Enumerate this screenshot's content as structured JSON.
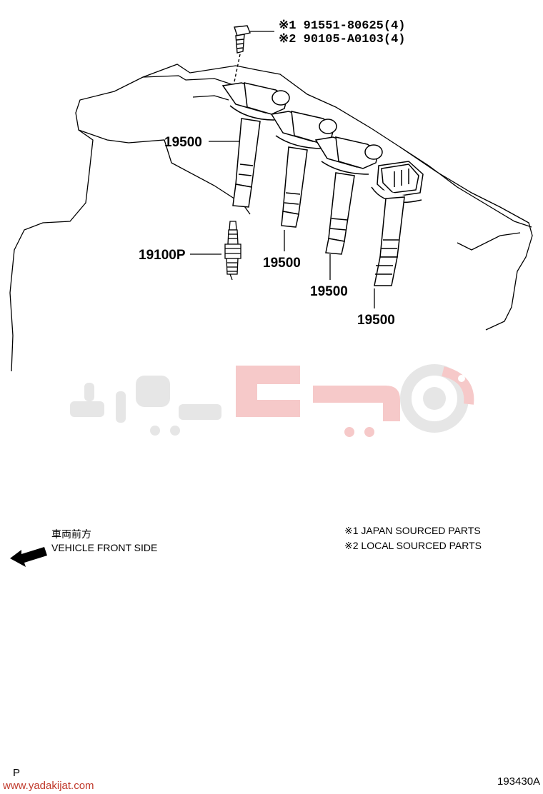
{
  "callouts": {
    "bolt_note_1": "※1 91551-80625(4)",
    "bolt_note_2": "※2 90105-A0103(4)",
    "coil_1": "19500",
    "coil_2": "19500",
    "coil_3": "19500",
    "coil_4": "19500",
    "spark_plug": "19100P"
  },
  "legend": {
    "front_jp": "車両前方",
    "front_en": "VEHICLE FRONT SIDE",
    "japan_parts": "※1 JAPAN SOURCED PARTS",
    "local_parts": "※2 LOCAL SOURCED PARTS"
  },
  "footer": {
    "page_letter": "P",
    "website": "www.yadakijat.com",
    "diagram_code": "193430A"
  },
  "colors": {
    "watermark_gray": "#e6e6e6",
    "watermark_red": "#f6c9c9",
    "website_red": "#c0392b"
  }
}
